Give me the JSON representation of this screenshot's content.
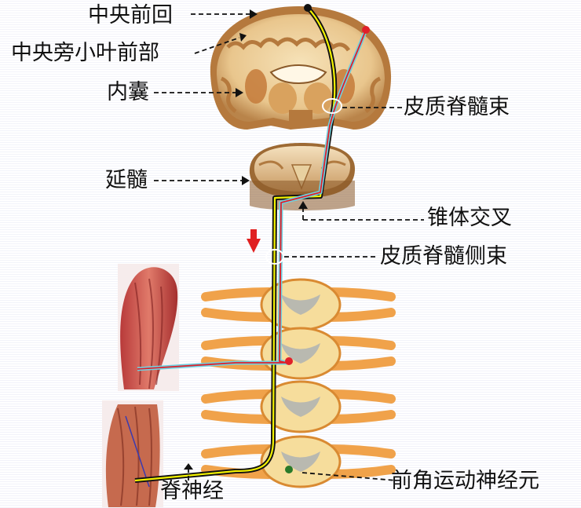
{
  "labels": {
    "precentral": "中央前回",
    "paracentral": "中央旁小叶前部",
    "internal_capsule": "内囊",
    "corticospinal_tract": "皮质脊髓束",
    "medulla": "延髓",
    "pyramidal_decussation": "锥体交叉",
    "lateral_corticospinal_tract": "皮质脊髓侧束",
    "spinal_nerve": "脊神经",
    "anterior_horn_motor_neuron": "前角运动神经元"
  },
  "colors": {
    "background": "#d6d9f4",
    "tract_black": "#111111",
    "tract_yellow": "#f2f200",
    "tract_red": "#e0202a",
    "tract_cyan": "#6fd0e0",
    "brain_gray": "#c99a5c",
    "brain_white": "#f3dcb0",
    "spinal_orange": "#f0a24a",
    "arrow_red": "#e02020"
  }
}
